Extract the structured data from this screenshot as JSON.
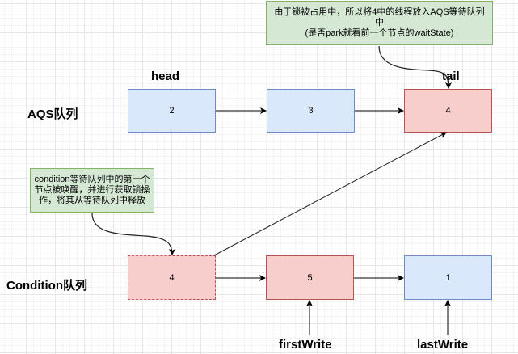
{
  "rows": {
    "aqs_label": "AQS队列",
    "condition_label": "Condition队列"
  },
  "pointers": {
    "head": "head",
    "tail": "tail",
    "first_write": "firstWrite",
    "last_write": "lastWrite"
  },
  "aqs_queue": {
    "nodes": [
      {
        "value": "2",
        "color": "blue"
      },
      {
        "value": "3",
        "color": "blue"
      },
      {
        "value": "4",
        "color": "red"
      }
    ]
  },
  "condition_queue": {
    "nodes": [
      {
        "value": "4",
        "color": "red",
        "style": "dashed"
      },
      {
        "value": "5",
        "color": "red"
      },
      {
        "value": "1",
        "color": "blue"
      }
    ]
  },
  "notes": {
    "top_note": {
      "line1": "由于锁被占用中，所以将4中的线程放入AQS等待队列中",
      "line2": "(是否park就看前一个节点的waitState)"
    },
    "left_note": {
      "text": "condition等待队列中的第一个节点被唤醒，并进行获取锁操作，将其从等待队列中释放"
    }
  },
  "colors": {
    "blue_fill": "#dae8fc",
    "blue_stroke": "#6c8ebf",
    "red_fill": "#f8cecc",
    "red_stroke": "#b85450",
    "note_fill": "#d5e8d4",
    "note_stroke": "#82b366"
  }
}
